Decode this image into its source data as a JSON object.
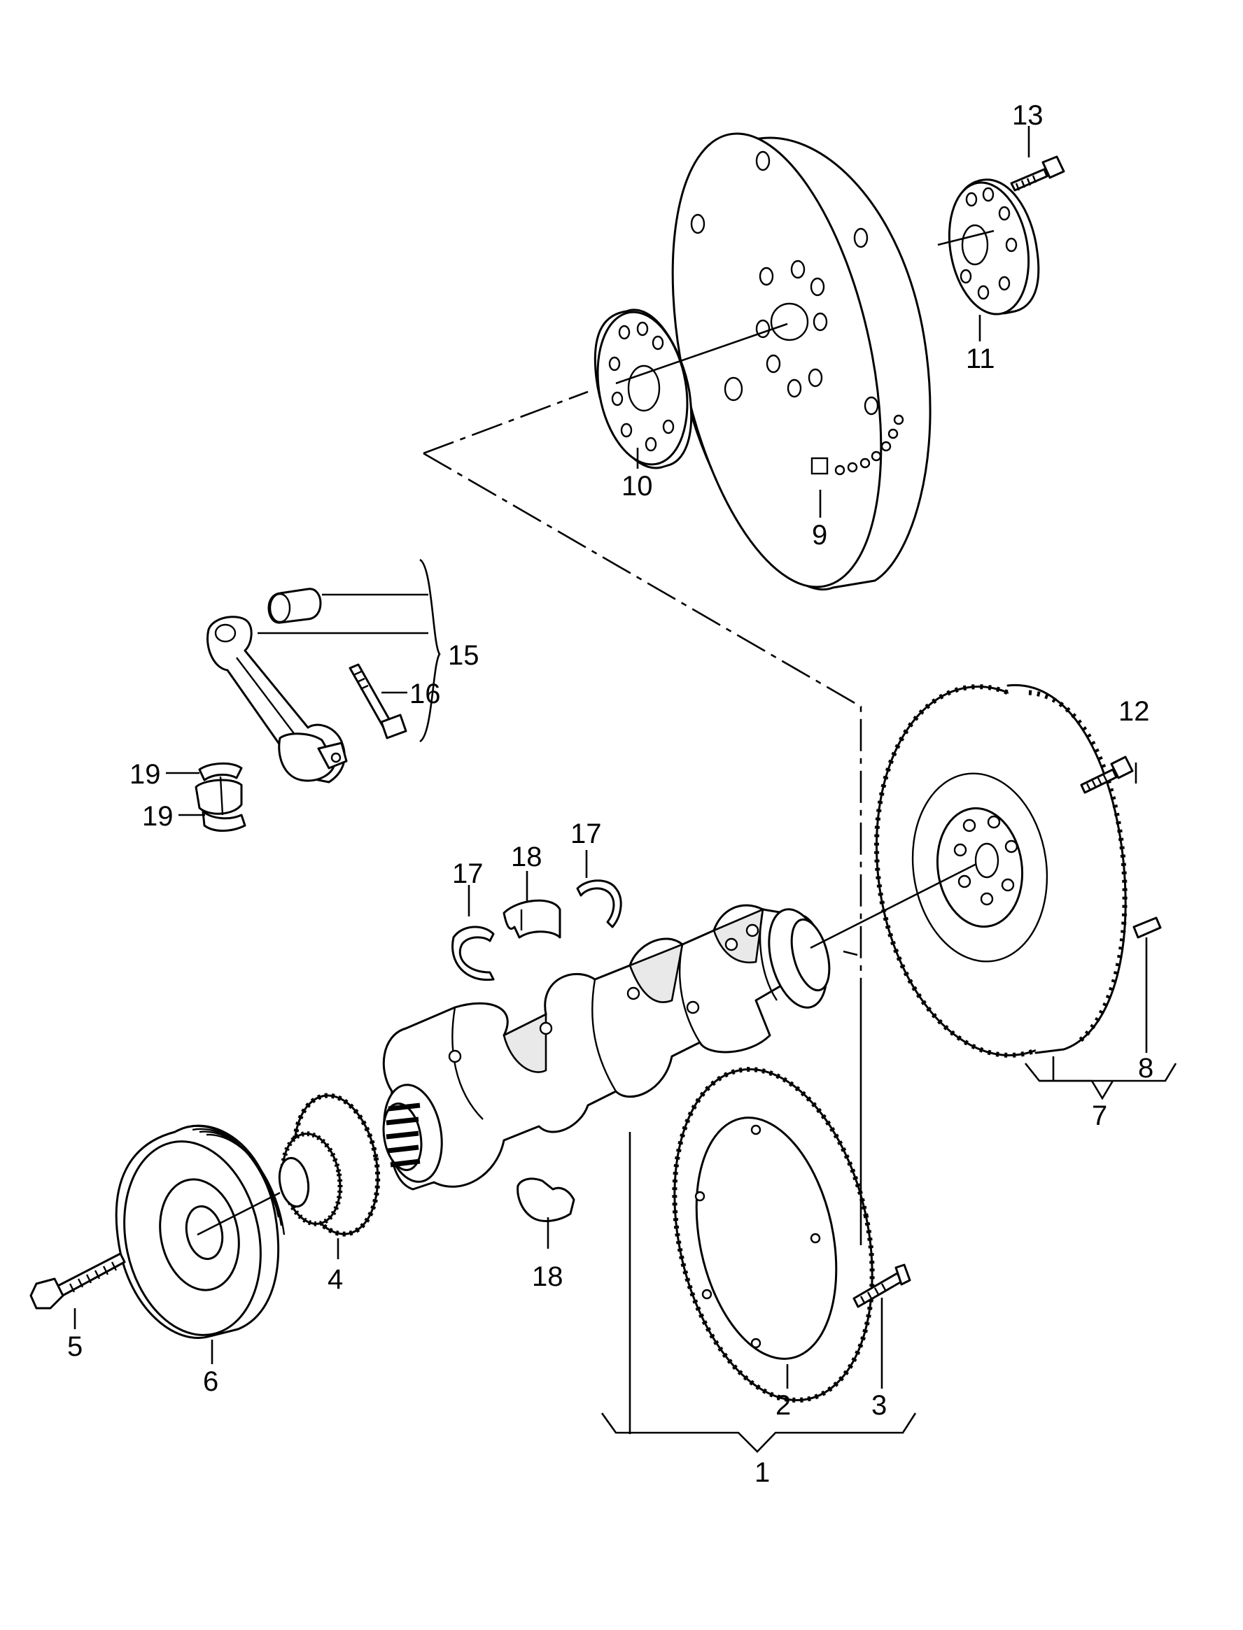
{
  "callouts": {
    "c1": "1",
    "c2": "2",
    "c3": "3",
    "c4": "4",
    "c5": "5",
    "c6": "6",
    "c7": "7",
    "c8": "8",
    "c9": "9",
    "c10": "10",
    "c11": "11",
    "c12": "12",
    "c13": "13",
    "c15": "15",
    "c16": "16",
    "c17a": "17",
    "c17b": "17",
    "c18a": "18",
    "c18b": "18",
    "c19a": "19",
    "c19b": "19"
  },
  "colors": {
    "ink": "#000000",
    "paper": "#ffffff"
  }
}
